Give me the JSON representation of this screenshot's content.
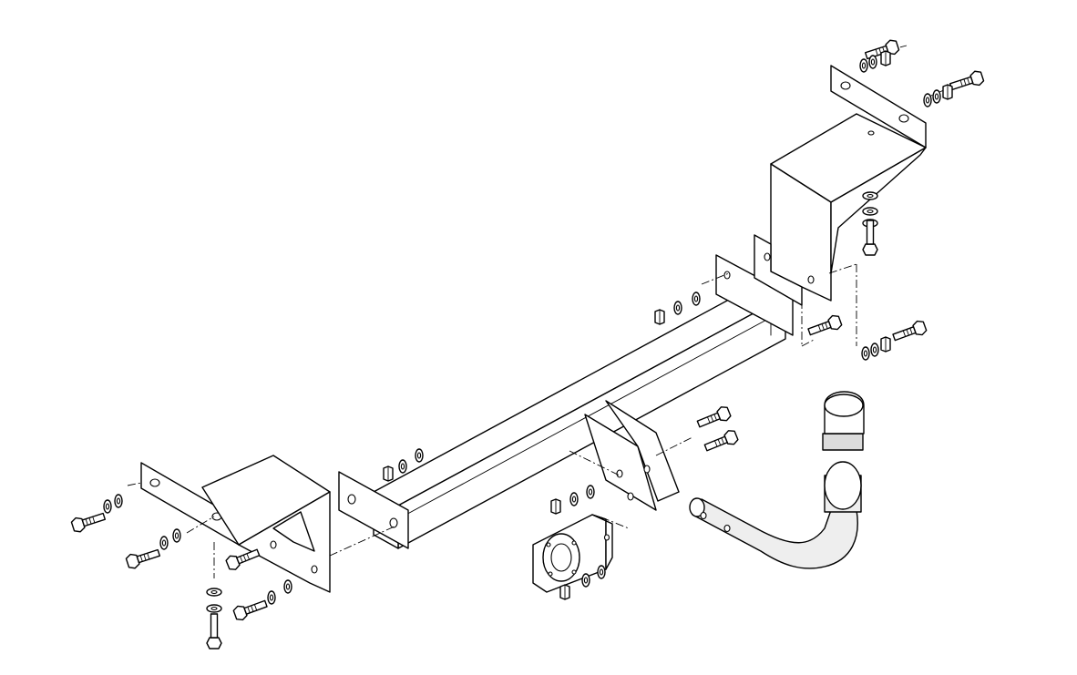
{
  "diagram": {
    "components": [
      "left-side-bracket",
      "right-side-bracket",
      "crossbar-tube",
      "center-mount-plate",
      "tow-ball-arm",
      "socket-plate"
    ]
  }
}
